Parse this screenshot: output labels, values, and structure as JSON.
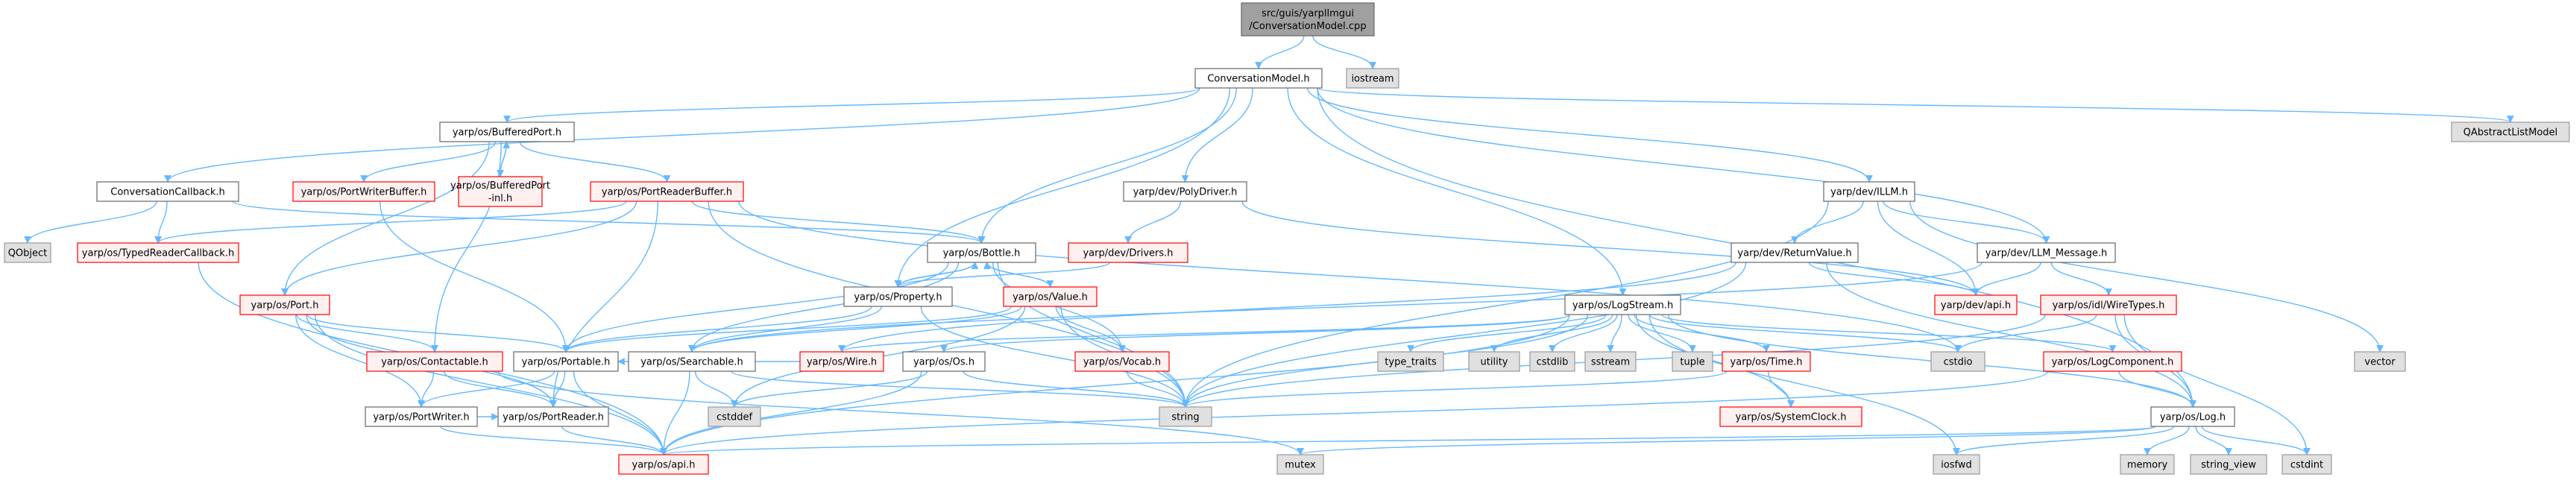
{
  "graph": {
    "nodes": [
      {
        "id": "root",
        "lines": [
          "src/guis/yarpllmgui",
          "/ConversationModel.cpp"
        ],
        "kind": "root"
      },
      {
        "id": "cm",
        "lines": [
          "ConversationModel.h"
        ],
        "kind": "normal"
      },
      {
        "id": "iostream",
        "lines": [
          "iostream"
        ],
        "kind": "system"
      },
      {
        "id": "qabs",
        "lines": [
          "QAbstractListModel"
        ],
        "kind": "system"
      },
      {
        "id": "bp",
        "lines": [
          "yarp/os/BufferedPort.h"
        ],
        "kind": "normal"
      },
      {
        "id": "pwb",
        "lines": [
          "yarp/os/PortWriterBuffer.h"
        ],
        "kind": "red"
      },
      {
        "id": "bpinl",
        "lines": [
          "yarp/os/BufferedPort",
          "-inl.h"
        ],
        "kind": "red"
      },
      {
        "id": "prb",
        "lines": [
          "yarp/os/PortReaderBuffer.h"
        ],
        "kind": "red"
      },
      {
        "id": "cc",
        "lines": [
          "ConversationCallback.h"
        ],
        "kind": "normal"
      },
      {
        "id": "qobj",
        "lines": [
          "QObject"
        ],
        "kind": "system"
      },
      {
        "id": "trc",
        "lines": [
          "yarp/os/TypedReaderCallback.h"
        ],
        "kind": "red"
      },
      {
        "id": "port",
        "lines": [
          "yarp/os/Port.h"
        ],
        "kind": "red"
      },
      {
        "id": "polydrv",
        "lines": [
          "yarp/dev/PolyDriver.h"
        ],
        "kind": "normal"
      },
      {
        "id": "drivers",
        "lines": [
          "yarp/dev/Drivers.h"
        ],
        "kind": "red"
      },
      {
        "id": "bottle",
        "lines": [
          "yarp/os/Bottle.h"
        ],
        "kind": "normal"
      },
      {
        "id": "prop",
        "lines": [
          "yarp/os/Property.h"
        ],
        "kind": "normal"
      },
      {
        "id": "value",
        "lines": [
          "yarp/os/Value.h"
        ],
        "kind": "red"
      },
      {
        "id": "illm",
        "lines": [
          "yarp/dev/ILLM.h"
        ],
        "kind": "normal"
      },
      {
        "id": "retval",
        "lines": [
          "yarp/dev/ReturnValue.h"
        ],
        "kind": "normal"
      },
      {
        "id": "llmmsg",
        "lines": [
          "yarp/dev/LLM_Message.h"
        ],
        "kind": "normal"
      },
      {
        "id": "devapi",
        "lines": [
          "yarp/dev/api.h"
        ],
        "kind": "red"
      },
      {
        "id": "wiretypes",
        "lines": [
          "yarp/os/idl/WireTypes.h"
        ],
        "kind": "red"
      },
      {
        "id": "logstream",
        "lines": [
          "yarp/os/LogStream.h"
        ],
        "kind": "normal"
      },
      {
        "id": "contactable",
        "lines": [
          "yarp/os/Contactable.h"
        ],
        "kind": "red"
      },
      {
        "id": "portable",
        "lines": [
          "yarp/os/Portable.h"
        ],
        "kind": "normal"
      },
      {
        "id": "searchable",
        "lines": [
          "yarp/os/Searchable.h"
        ],
        "kind": "normal"
      },
      {
        "id": "wire",
        "lines": [
          "yarp/os/Wire.h"
        ],
        "kind": "red"
      },
      {
        "id": "vocab",
        "lines": [
          "yarp/os/Vocab.h"
        ],
        "kind": "red"
      },
      {
        "id": "osos",
        "lines": [
          "yarp/os/Os.h"
        ],
        "kind": "normal"
      },
      {
        "id": "typetraits",
        "lines": [
          "type_traits"
        ],
        "kind": "system"
      },
      {
        "id": "utility",
        "lines": [
          "utility"
        ],
        "kind": "system"
      },
      {
        "id": "cstdlib",
        "lines": [
          "cstdlib"
        ],
        "kind": "system"
      },
      {
        "id": "sstream",
        "lines": [
          "sstream"
        ],
        "kind": "system"
      },
      {
        "id": "tuple",
        "lines": [
          "tuple"
        ],
        "kind": "system"
      },
      {
        "id": "time",
        "lines": [
          "yarp/os/Time.h"
        ],
        "kind": "red"
      },
      {
        "id": "cstdio",
        "lines": [
          "cstdio"
        ],
        "kind": "system"
      },
      {
        "id": "logcomp",
        "lines": [
          "yarp/os/LogComponent.h"
        ],
        "kind": "red"
      },
      {
        "id": "vector",
        "lines": [
          "vector"
        ],
        "kind": "system"
      },
      {
        "id": "pw",
        "lines": [
          "yarp/os/PortWriter.h"
        ],
        "kind": "normal"
      },
      {
        "id": "pr",
        "lines": [
          "yarp/os/PortReader.h"
        ],
        "kind": "normal"
      },
      {
        "id": "cstddef",
        "lines": [
          "cstddef"
        ],
        "kind": "system"
      },
      {
        "id": "string",
        "lines": [
          "string"
        ],
        "kind": "system"
      },
      {
        "id": "sysclock",
        "lines": [
          "yarp/os/SystemClock.h"
        ],
        "kind": "red"
      },
      {
        "id": "log",
        "lines": [
          "yarp/os/Log.h"
        ],
        "kind": "normal"
      },
      {
        "id": "osapi",
        "lines": [
          "yarp/os/api.h"
        ],
        "kind": "red"
      },
      {
        "id": "mutex",
        "lines": [
          "mutex"
        ],
        "kind": "system"
      },
      {
        "id": "iosfwd",
        "lines": [
          "iosfwd"
        ],
        "kind": "system"
      },
      {
        "id": "memory",
        "lines": [
          "memory"
        ],
        "kind": "system"
      },
      {
        "id": "stringview",
        "lines": [
          "string_view"
        ],
        "kind": "system"
      },
      {
        "id": "cstdint",
        "lines": [
          "cstdint"
        ],
        "kind": "system"
      }
    ],
    "edges": [
      [
        "root",
        "cm"
      ],
      [
        "root",
        "iostream"
      ],
      [
        "cm",
        "qabs"
      ],
      [
        "cm",
        "bp"
      ],
      [
        "cm",
        "cc"
      ],
      [
        "cm",
        "polydrv"
      ],
      [
        "cm",
        "bottle"
      ],
      [
        "cm",
        "prop"
      ],
      [
        "cm",
        "illm"
      ],
      [
        "cm",
        "llmmsg"
      ],
      [
        "cm",
        "logstream"
      ],
      [
        "cm",
        "log"
      ],
      [
        "bp",
        "pwb"
      ],
      [
        "bp",
        "bpinl"
      ],
      [
        "bp",
        "prb"
      ],
      [
        "bp",
        "port"
      ],
      [
        "bp",
        "contactable"
      ],
      [
        "bpinl",
        "bp"
      ],
      [
        "pwb",
        "portable"
      ],
      [
        "prb",
        "trc"
      ],
      [
        "prb",
        "port"
      ],
      [
        "prb",
        "bottle"
      ],
      [
        "prb",
        "pr"
      ],
      [
        "prb",
        "string"
      ],
      [
        "prb",
        "cstdio"
      ],
      [
        "cc",
        "qobj"
      ],
      [
        "cc",
        "trc"
      ],
      [
        "cc",
        "bottle"
      ],
      [
        "trc",
        "osapi"
      ],
      [
        "port",
        "contactable"
      ],
      [
        "port",
        "portable"
      ],
      [
        "port",
        "pw"
      ],
      [
        "port",
        "pr"
      ],
      [
        "port",
        "osapi"
      ],
      [
        "polydrv",
        "drivers"
      ],
      [
        "polydrv",
        "devapi"
      ],
      [
        "drivers",
        "prop"
      ],
      [
        "bottle",
        "prop"
      ],
      [
        "bottle",
        "value"
      ],
      [
        "bottle",
        "portable"
      ],
      [
        "bottle",
        "searchable"
      ],
      [
        "bottle",
        "vocab"
      ],
      [
        "bottle",
        "string"
      ],
      [
        "prop",
        "bottle"
      ],
      [
        "prop",
        "portable"
      ],
      [
        "prop",
        "searchable"
      ],
      [
        "prop",
        "string"
      ],
      [
        "value",
        "bottle"
      ],
      [
        "value",
        "portable"
      ],
      [
        "value",
        "searchable"
      ],
      [
        "value",
        "vocab"
      ],
      [
        "value",
        "string"
      ],
      [
        "value",
        "cstddef"
      ],
      [
        "illm",
        "retval"
      ],
      [
        "illm",
        "llmmsg"
      ],
      [
        "illm",
        "devapi"
      ],
      [
        "illm",
        "vector"
      ],
      [
        "illm",
        "string"
      ],
      [
        "retval",
        "devapi"
      ],
      [
        "retval",
        "log"
      ],
      [
        "retval",
        "string"
      ],
      [
        "retval",
        "wire"
      ],
      [
        "llmmsg",
        "devapi"
      ],
      [
        "llmmsg",
        "wiretypes"
      ],
      [
        "llmmsg",
        "searchable"
      ],
      [
        "wiretypes",
        "cstdint"
      ],
      [
        "wiretypes",
        "string"
      ],
      [
        "wiretypes",
        "log"
      ],
      [
        "wiretypes",
        "cstdio"
      ],
      [
        "logstream",
        "typetraits"
      ],
      [
        "logstream",
        "utility"
      ],
      [
        "logstream",
        "cstdlib"
      ],
      [
        "logstream",
        "sstream"
      ],
      [
        "logstream",
        "tuple"
      ],
      [
        "logstream",
        "time"
      ],
      [
        "logstream",
        "cstdio"
      ],
      [
        "logstream",
        "logcomp"
      ],
      [
        "logstream",
        "log"
      ],
      [
        "logstream",
        "osos"
      ],
      [
        "logstream",
        "wire"
      ],
      [
        "logstream",
        "string"
      ],
      [
        "logstream",
        "sysclock"
      ],
      [
        "logstream",
        "osapi"
      ],
      [
        "logstream",
        "iosfwd"
      ],
      [
        "contactable",
        "pw"
      ],
      [
        "contactable",
        "pr"
      ],
      [
        "contactable",
        "mutex"
      ],
      [
        "portable",
        "pw"
      ],
      [
        "portable",
        "pr"
      ],
      [
        "portable",
        "osapi"
      ],
      [
        "searchable",
        "cstddef"
      ],
      [
        "searchable",
        "osapi"
      ],
      [
        "searchable",
        "string"
      ],
      [
        "wire",
        "portable"
      ],
      [
        "vocab",
        "string"
      ],
      [
        "osos",
        "cstddef"
      ],
      [
        "osos",
        "string"
      ],
      [
        "osos",
        "osapi"
      ],
      [
        "time",
        "sysclock"
      ],
      [
        "time",
        "string"
      ],
      [
        "logcomp",
        "log"
      ],
      [
        "logcomp",
        "osapi"
      ],
      [
        "pw",
        "pr"
      ],
      [
        "pw",
        "osapi"
      ],
      [
        "pr",
        "osapi"
      ],
      [
        "log",
        "osapi"
      ],
      [
        "log",
        "mutex"
      ],
      [
        "log",
        "iosfwd"
      ],
      [
        "log",
        "memory"
      ],
      [
        "log",
        "stringview"
      ],
      [
        "log",
        "cstdint"
      ]
    ]
  },
  "colors": {
    "edge": "#63b8ff",
    "root_fill": "#a0a0a0",
    "root_stroke": "#666666",
    "normal_fill": "#ffffff",
    "normal_stroke": "#666666",
    "red_fill": "#fff0f0",
    "red_stroke": "#ff0000",
    "system_fill": "#e0e0e0",
    "system_stroke": "#999999",
    "text": "#000000"
  }
}
